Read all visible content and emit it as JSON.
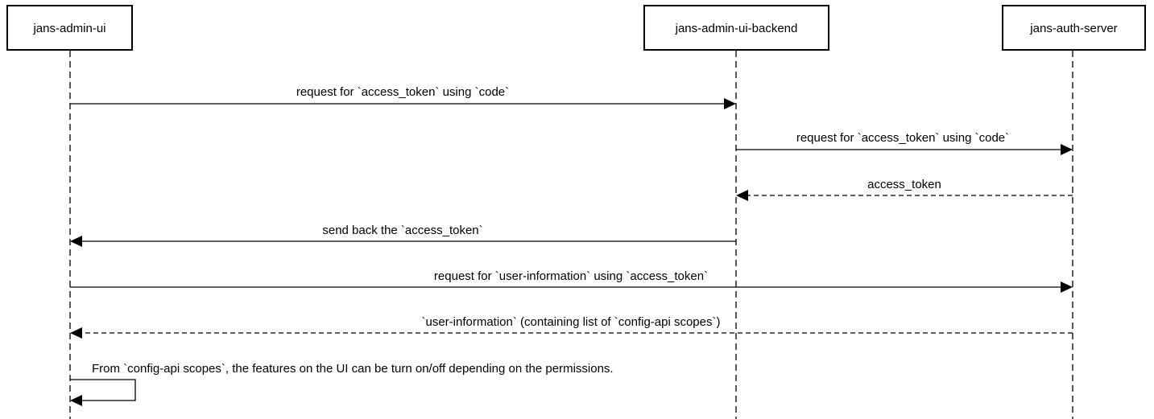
{
  "participants": [
    {
      "id": "ui",
      "label": "jans-admin-ui"
    },
    {
      "id": "backend",
      "label": "jans-admin-ui-backend"
    },
    {
      "id": "auth",
      "label": "jans-auth-server"
    }
  ],
  "messages": [
    {
      "from": "ui",
      "to": "backend",
      "label": "request for `access_token` using `code`",
      "style": "solid"
    },
    {
      "from": "backend",
      "to": "auth",
      "label": "request for `access_token` using `code`",
      "style": "solid"
    },
    {
      "from": "auth",
      "to": "backend",
      "label": "access_token",
      "style": "dashed"
    },
    {
      "from": "backend",
      "to": "ui",
      "label": "send back the `access_token`",
      "style": "solid"
    },
    {
      "from": "ui",
      "to": "auth",
      "label": "request for `user-information` using `access_token`",
      "style": "solid"
    },
    {
      "from": "auth",
      "to": "ui",
      "label": "`user-information` (containing list of `config-api scopes`)",
      "style": "dashed"
    },
    {
      "from": "ui",
      "to": "ui",
      "label": "From `config-api scopes`, the features on the UI can be turn on/off depending on the permissions.",
      "style": "solid"
    }
  ]
}
